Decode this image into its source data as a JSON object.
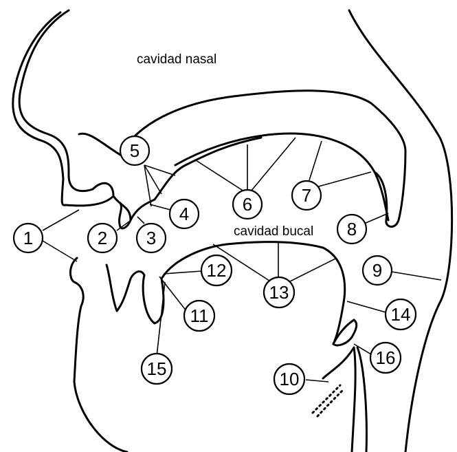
{
  "regions": {
    "nasal": "cavidad nasal",
    "oral": "cavidad bucal"
  },
  "markers": [
    "1",
    "2",
    "3",
    "4",
    "5",
    "6",
    "7",
    "8",
    "9",
    "10",
    "11",
    "12",
    "13",
    "14",
    "15",
    "16"
  ]
}
